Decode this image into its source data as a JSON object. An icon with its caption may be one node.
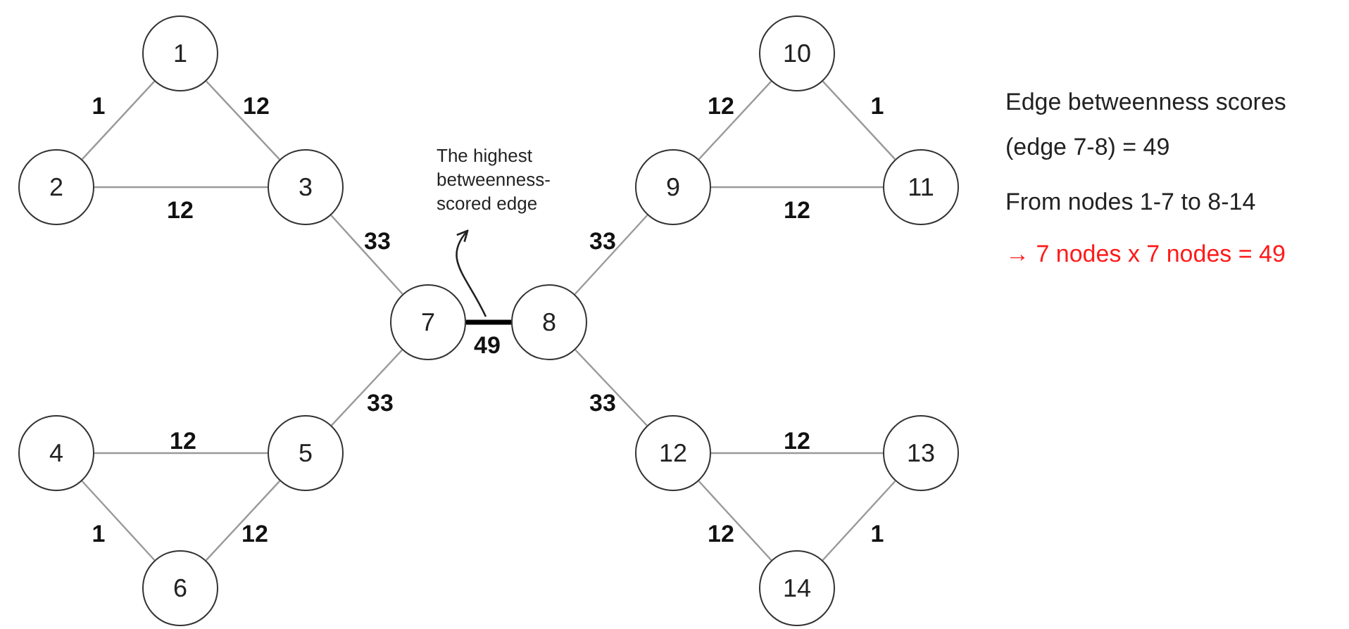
{
  "diagram": {
    "nodes": [
      {
        "text": [
          "1"
        ]
      },
      {
        "text": [
          "2"
        ]
      },
      {
        "text": [
          "3"
        ]
      },
      {
        "text": [
          "4"
        ]
      },
      {
        "text": [
          "5"
        ]
      },
      {
        "text": [
          "6"
        ]
      },
      {
        "text": [
          "7"
        ]
      },
      {
        "text": [
          "8"
        ]
      },
      {
        "text": [
          "9"
        ]
      },
      {
        "text": [
          "10"
        ]
      },
      {
        "text": [
          "11"
        ]
      },
      {
        "text": [
          "12"
        ]
      },
      {
        "text": [
          "13"
        ]
      },
      {
        "text": [
          "14"
        ]
      },
      {
        "text": [
          "The highest betweenness-scored edge"
        ]
      }
    ],
    "edges": [
      {
        "from": 0,
        "to": 1,
        "arrow": "none",
        "label": "1"
      },
      {
        "from": 0,
        "to": 2,
        "arrow": "none",
        "label": "12"
      },
      {
        "from": 1,
        "to": 2,
        "arrow": "none",
        "label": "12"
      },
      {
        "from": 2,
        "to": 6,
        "arrow": "none",
        "label": "33"
      },
      {
        "from": 6,
        "to": 7,
        "arrow": "none",
        "label": "49",
        "style": "thick",
        "color": "#000000"
      },
      {
        "from": 4,
        "to": 6,
        "arrow": "none",
        "label": "33"
      },
      {
        "from": 3,
        "to": 4,
        "arrow": "none",
        "label": "12"
      },
      {
        "from": 3,
        "to": 5,
        "arrow": "none",
        "label": "1"
      },
      {
        "from": 4,
        "to": 5,
        "arrow": "none",
        "label": "12"
      },
      {
        "from": 7,
        "to": 8,
        "arrow": "none",
        "label": "33"
      },
      {
        "from": 8,
        "to": 9,
        "arrow": "none",
        "label": "12"
      },
      {
        "from": 9,
        "to": 10,
        "arrow": "none",
        "label": "1"
      },
      {
        "from": 8,
        "to": 10,
        "arrow": "none",
        "label": "12"
      },
      {
        "from": 7,
        "to": 11,
        "arrow": "none",
        "label": "33"
      },
      {
        "from": 11,
        "to": 12,
        "arrow": "none",
        "label": "12"
      },
      {
        "from": 11,
        "to": 13,
        "arrow": "none",
        "label": "12"
      },
      {
        "from": 12,
        "to": 13,
        "arrow": "none",
        "label": "1"
      },
      {
        "from": null,
        "to": 14,
        "arrow": "to",
        "color": "#222222"
      }
    ],
    "labels": [
      "Edge betweenness scores",
      "(edge 7-8) = 49",
      "From nodes 1-7 to 8-14",
      "→ 7 nodes x 7 nodes = 49"
    ]
  }
}
